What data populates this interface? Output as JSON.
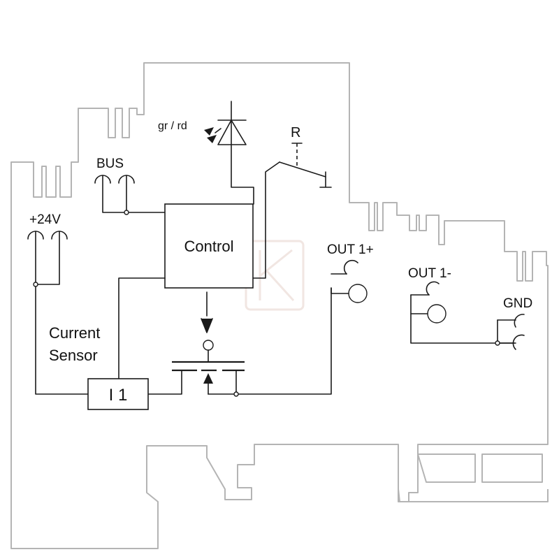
{
  "labels": {
    "led": "gr  / rd",
    "relay": "R",
    "bus": "BUS",
    "supply": "+24V",
    "control": "Control",
    "out1_plus": "OUT 1+",
    "out1_minus": "OUT 1-",
    "gnd": "GND",
    "current_line1": "Current",
    "current_line2": "Sensor",
    "sensor_box": "I 1"
  },
  "colors": {
    "housing": "#b4b4b4",
    "lines": "#1a1a1a",
    "watermark": "#f1e6e2"
  }
}
